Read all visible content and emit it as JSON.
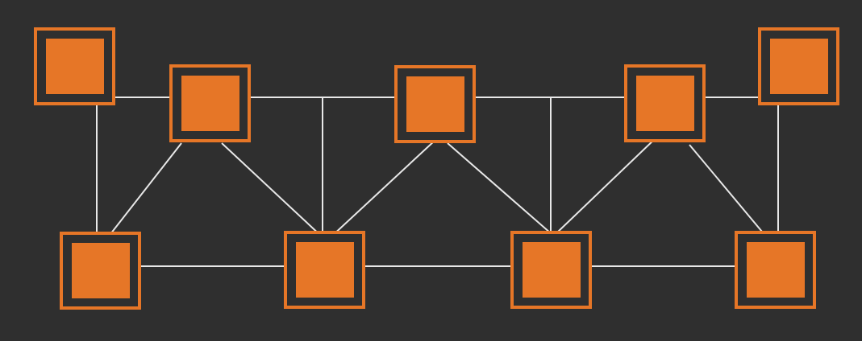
{
  "colors": {
    "background": "#2f2f2f",
    "node": "#e67627",
    "edge": "#e8e8e8"
  },
  "nodes": [
    {
      "id": "n1",
      "row": "top",
      "elevated": true
    },
    {
      "id": "n2",
      "row": "top"
    },
    {
      "id": "n3",
      "row": "top"
    },
    {
      "id": "n4",
      "row": "top"
    },
    {
      "id": "n5",
      "row": "top",
      "elevated": true
    },
    {
      "id": "n6",
      "row": "bottom"
    },
    {
      "id": "n7",
      "row": "bottom"
    },
    {
      "id": "n8",
      "row": "bottom"
    },
    {
      "id": "n9",
      "row": "bottom"
    }
  ],
  "edges": [
    [
      "n1",
      "n2"
    ],
    [
      "n2",
      "n3"
    ],
    [
      "n3",
      "n4"
    ],
    [
      "n4",
      "n5"
    ],
    [
      "n6",
      "n7"
    ],
    [
      "n7",
      "n8"
    ],
    [
      "n8",
      "n9"
    ],
    [
      "n1",
      "n6"
    ],
    [
      "n5",
      "n9"
    ],
    [
      "n2",
      "n6"
    ],
    [
      "n2",
      "n7"
    ],
    [
      "n3",
      "n7"
    ],
    [
      "n3",
      "n8"
    ],
    [
      "n4",
      "n8"
    ],
    [
      "n4",
      "n9"
    ],
    [
      "n2-n3",
      "n7"
    ],
    [
      "n3-n4",
      "n8"
    ]
  ]
}
